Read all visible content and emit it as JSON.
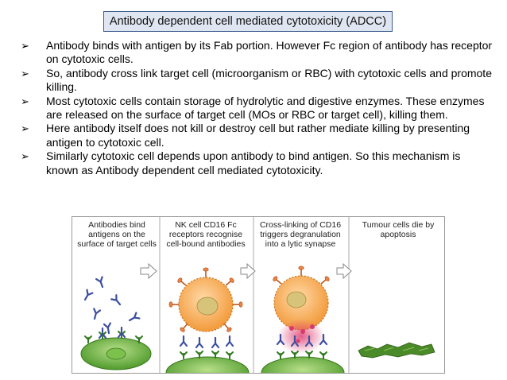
{
  "title": "Antibody dependent cell mediated cytotoxicity (ADCC)",
  "bullets": [
    "Antibody binds with antigen by its Fab portion. However Fc region of antibody has receptor on cytotoxic cells.",
    "So, antibody cross link target cell (microorganism or RBC) with cytotoxic cells and promote killing.",
    "Most cytotoxic cells contain storage of hydrolytic and digestive enzymes. These enzymes are released on the surface of target cell (MOs or RBC or target cell), killing them.",
    "Here antibody itself does not kill or destroy cell but rather mediate killing by presenting antigen to cytotoxic cell.",
    "Similarly cytotoxic cell depends upon antibody to bind antigen. So this mechanism is known as Antibody dependent cell mediated cytotoxicity."
  ],
  "figure": {
    "panels": [
      {
        "caption": "Antibodies bind antigens on the surface of target cells"
      },
      {
        "caption": "NK cell CD16 Fc receptors recognise cell-bound antibodies"
      },
      {
        "caption": "Cross-linking of CD16 triggers degranulation into a lytic synapse"
      },
      {
        "caption": "Tumour cells die by apoptosis"
      }
    ],
    "colors": {
      "target_cell": "#5fa33a",
      "nk_cell": "#f7a64a",
      "antibody": "#3c4fa0",
      "receptor": "#c0571c",
      "granule": "#d83a6a"
    }
  }
}
